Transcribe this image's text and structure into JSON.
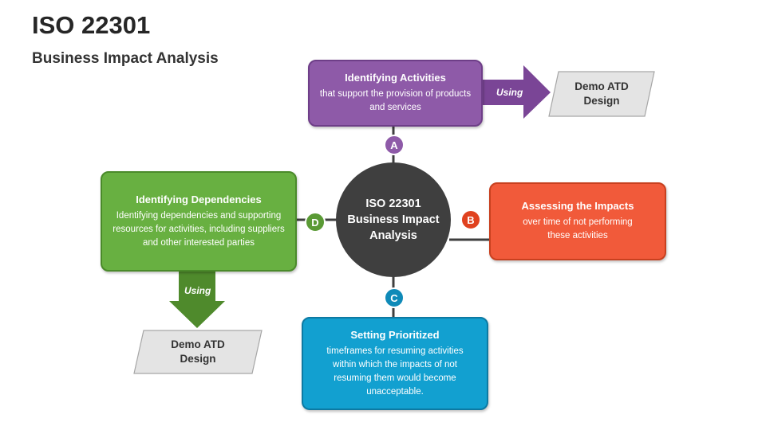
{
  "header": {
    "title": "ISO 22301",
    "subtitle": "Business Impact Analysis"
  },
  "center": {
    "line1": "ISO 22301",
    "line2": "Business Impact",
    "line3": "Analysis"
  },
  "nodes": {
    "a": {
      "badge": "A",
      "title": "Identifying Activities",
      "text": "that support the provision of products and services",
      "color": "#8e5aa8"
    },
    "b": {
      "badge": "B",
      "title": "Assessing the Impacts",
      "text": "over time of not performing these activities",
      "color": "#f15a3a"
    },
    "c": {
      "badge": "C",
      "title": "Setting Prioritized",
      "text": "timeframes for resuming activities within which the impacts of not resuming them would become unacceptable.",
      "color": "#12a0d0"
    },
    "d": {
      "badge": "D",
      "title": "Identifying Dependencies",
      "text": "Identifying dependencies and supporting resources for activities, including suppliers and other interested parties",
      "color": "#68b041"
    }
  },
  "arrows": {
    "a": {
      "label": "Using",
      "target_line1": "Demo ATD",
      "target_line2": "Design"
    },
    "d": {
      "label": "Using",
      "target_line1": "Demo ATD",
      "target_line2": "Design"
    }
  }
}
